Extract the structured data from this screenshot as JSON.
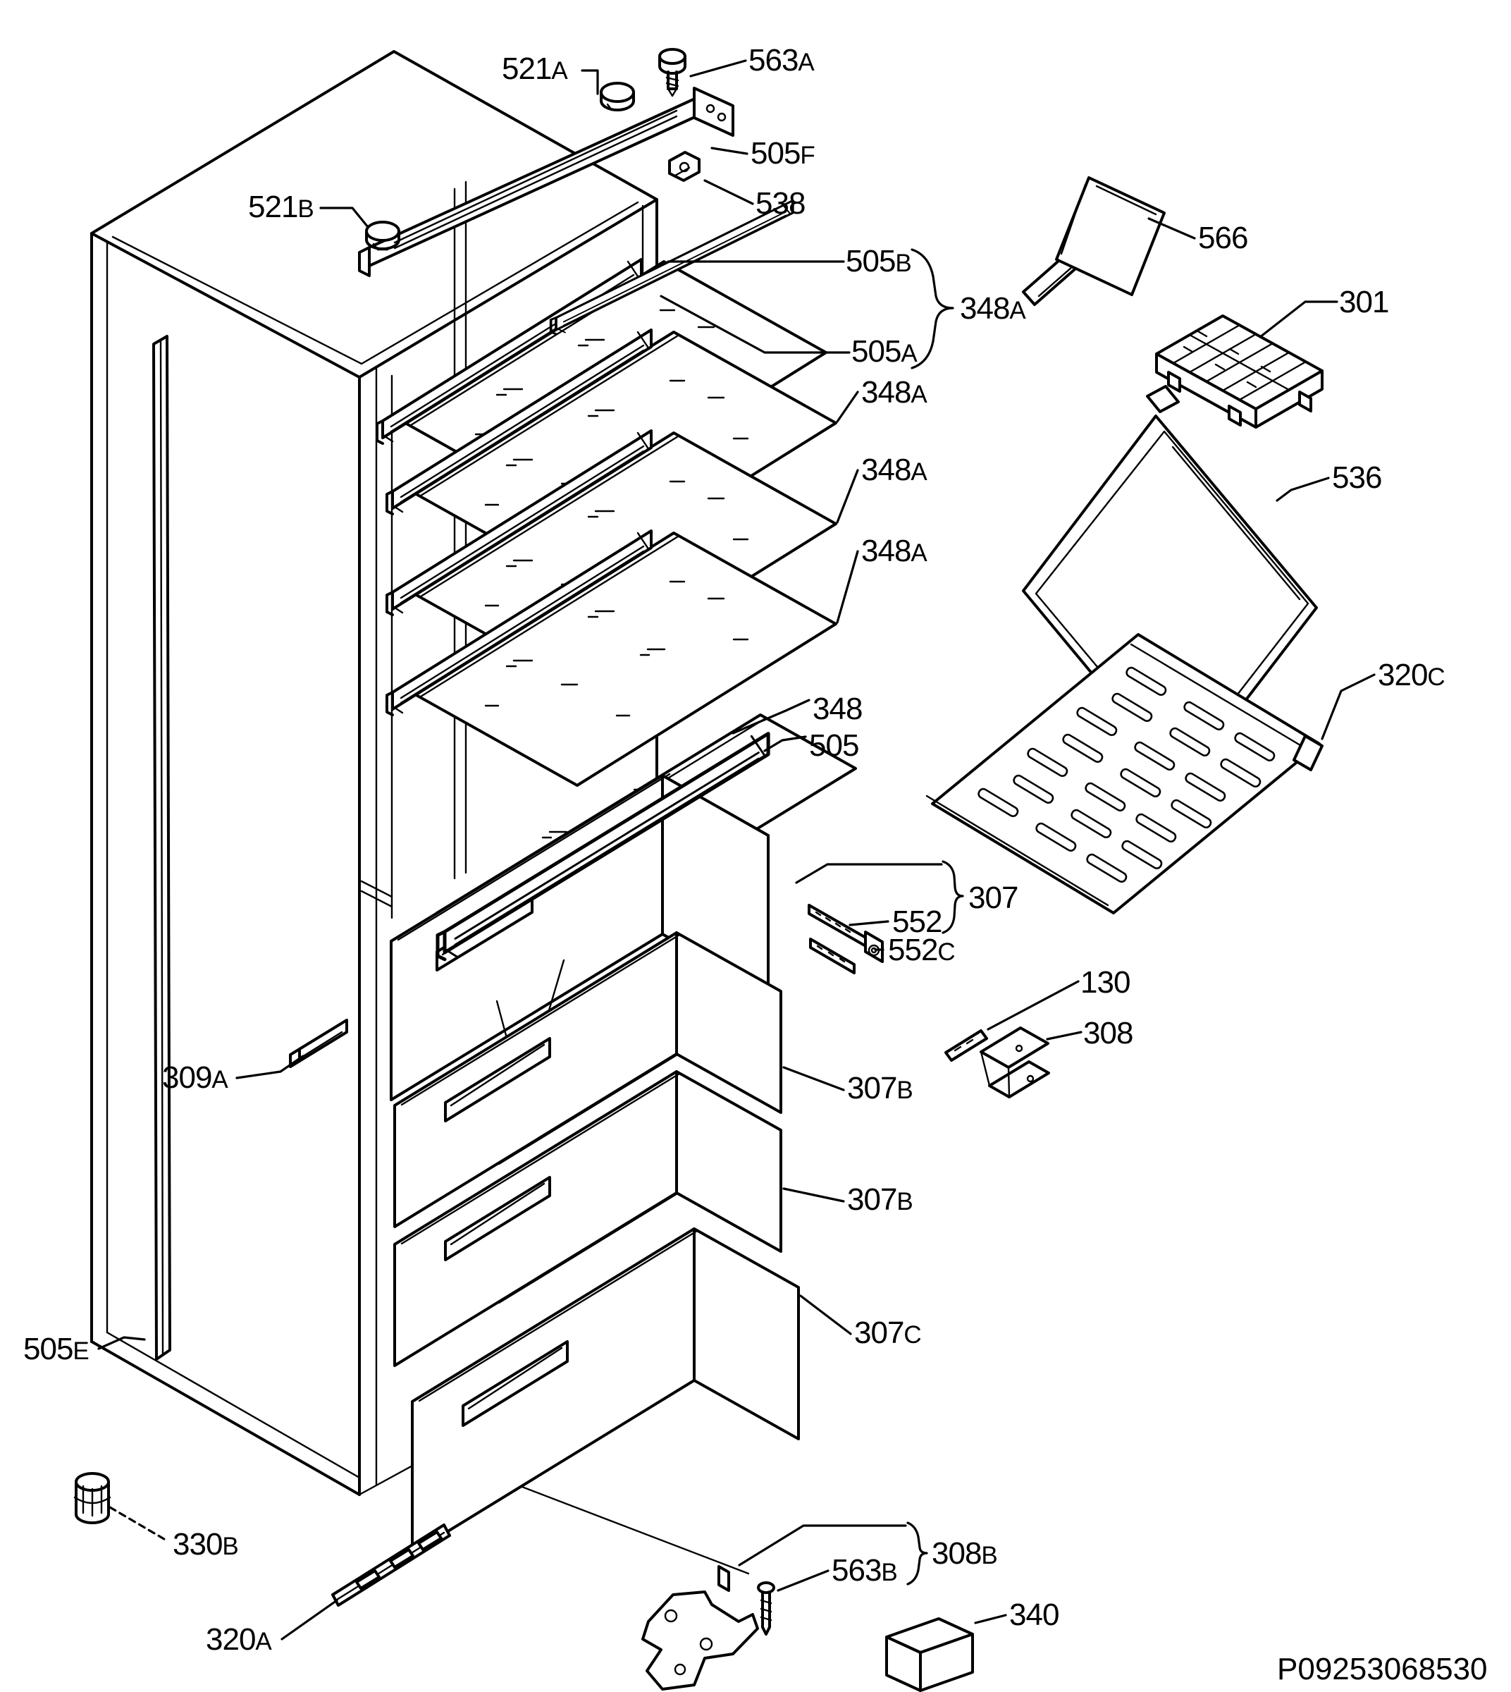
{
  "diagram": {
    "part_code": "P09253068530"
  },
  "parts": {
    "p521A": {
      "num": "521",
      "suffix": "A"
    },
    "p563A": {
      "num": "563",
      "suffix": "A"
    },
    "p505F": {
      "num": "505",
      "suffix": "F"
    },
    "p538": {
      "num": "538",
      "suffix": ""
    },
    "p521B": {
      "num": "521",
      "suffix": "B"
    },
    "p566": {
      "num": "566",
      "suffix": ""
    },
    "p301": {
      "num": "301",
      "suffix": ""
    },
    "p505B": {
      "num": "505",
      "suffix": "B"
    },
    "g348A": {
      "num": "348",
      "suffix": "A"
    },
    "p505A": {
      "num": "505",
      "suffix": "A"
    },
    "p348A_2": {
      "num": "348",
      "suffix": "A"
    },
    "p348A_3": {
      "num": "348",
      "suffix": "A"
    },
    "p348A_4": {
      "num": "348",
      "suffix": "A"
    },
    "p536": {
      "num": "536",
      "suffix": ""
    },
    "p348": {
      "num": "348",
      "suffix": ""
    },
    "p505": {
      "num": "505",
      "suffix": ""
    },
    "p320C": {
      "num": "320",
      "suffix": "C"
    },
    "p307": {
      "num": "307",
      "suffix": ""
    },
    "p552": {
      "num": "552",
      "suffix": ""
    },
    "p552C": {
      "num": "552",
      "suffix": "C"
    },
    "p130": {
      "num": "130",
      "suffix": ""
    },
    "p308": {
      "num": "308",
      "suffix": ""
    },
    "p309A": {
      "num": "309",
      "suffix": "A"
    },
    "p307B_1": {
      "num": "307",
      "suffix": "B"
    },
    "p307B_2": {
      "num": "307",
      "suffix": "B"
    },
    "p307C": {
      "num": "307",
      "suffix": "C"
    },
    "p505E": {
      "num": "505",
      "suffix": "E"
    },
    "p330B": {
      "num": "330",
      "suffix": "B"
    },
    "p320A": {
      "num": "320",
      "suffix": "A"
    },
    "p563B": {
      "num": "563",
      "suffix": "B"
    },
    "p308B": {
      "num": "308",
      "suffix": "B"
    },
    "p340": {
      "num": "340",
      "suffix": ""
    }
  }
}
